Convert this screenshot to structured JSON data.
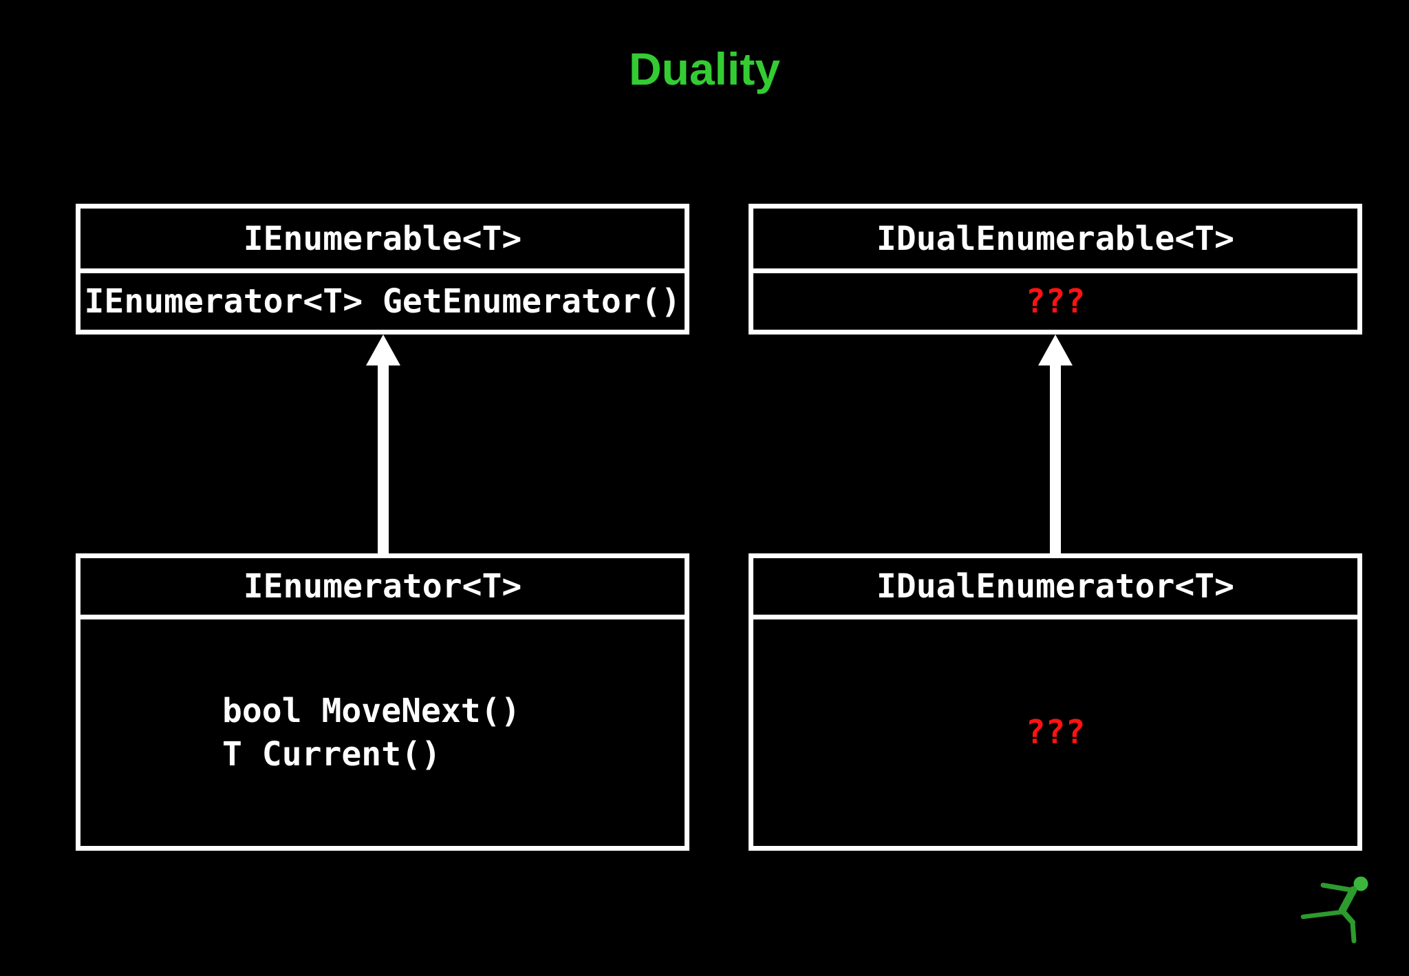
{
  "slide": {
    "title": "Duality"
  },
  "colors": {
    "background": "#000000",
    "title": "#33cc33",
    "box_line": "#ffffff",
    "box_text": "#ffffff",
    "unknown": "#ff1212",
    "logo": "#2d9b2d",
    "logo_bright": "#3cb53c"
  },
  "diagram": {
    "left": {
      "parent": {
        "name": "IEnumerable<T>",
        "members": [
          "IEnumerator<T> GetEnumerator()"
        ]
      },
      "child": {
        "name": "IEnumerator<T>",
        "members": [
          "bool MoveNext()",
          "T Current()"
        ]
      }
    },
    "right": {
      "parent": {
        "name": "IDualEnumerable<T>",
        "members": [
          "???"
        ]
      },
      "child": {
        "name": "IDualEnumerator<T>",
        "members": [
          "???"
        ]
      }
    }
  },
  "logo": {
    "name": "running-man-logo"
  }
}
